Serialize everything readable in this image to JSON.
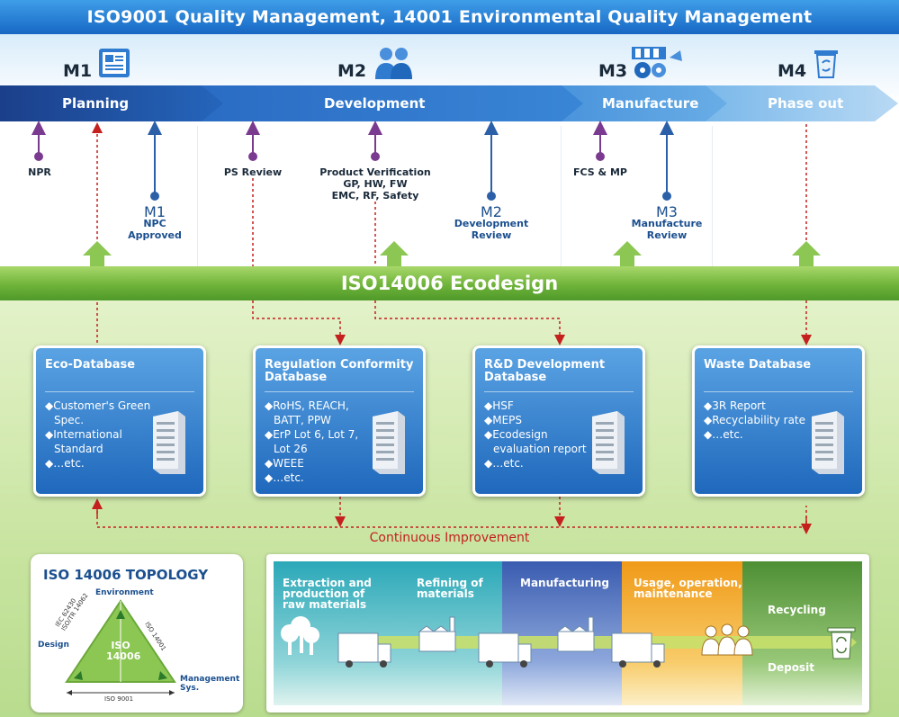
{
  "header": {
    "title": "ISO9001 Quality Management, 14001 Environmental Quality Management"
  },
  "phases": [
    {
      "code": "M1",
      "label": "Planning",
      "icon": "document-icon"
    },
    {
      "code": "M2",
      "label": "Development",
      "icon": "team-icon"
    },
    {
      "code": "M3",
      "label": "Manufacture",
      "icon": "factory-gears-icon"
    },
    {
      "code": "M4",
      "label": "Phase out",
      "icon": "recycle-bin-icon"
    }
  ],
  "inputs": {
    "npr": "NPR",
    "ps_review": "PS Review",
    "product_verification": [
      "Product Verification",
      "GP, HW, FW",
      "EMC, RF, Safety"
    ],
    "fcs_mp": "FCS & MP"
  },
  "milestones": {
    "m1": {
      "code": "M1",
      "lines": [
        "NPC",
        "Approved"
      ]
    },
    "m2": {
      "code": "M2",
      "lines": [
        "Development",
        "Review"
      ]
    },
    "m3": {
      "code": "M3",
      "lines": [
        "Manufacture",
        "Review"
      ]
    }
  },
  "ecodesign": {
    "title": "ISO14006 Ecodesign"
  },
  "databases": [
    {
      "title": [
        "Eco-Database"
      ],
      "items": [
        "◆Customer's Green",
        "  Spec.",
        "◆International",
        "  Standard",
        "◆…etc."
      ]
    },
    {
      "title": [
        "Regulation Conformity",
        "Database"
      ],
      "items": [
        "◆RoHS, REACH,",
        "  BATT, PPW",
        "◆ErP Lot 6, Lot 7,",
        "  Lot 26",
        "◆WEEE",
        "◆…etc."
      ]
    },
    {
      "title": [
        "R&D Development",
        "Database"
      ],
      "items": [
        "◆HSF",
        "◆MEPS",
        "◆Ecodesign",
        "  evaluation report",
        "◆…etc."
      ]
    },
    {
      "title": [
        "Waste Database"
      ],
      "items": [
        "◆3R Report",
        "◆Recyclability rate",
        "◆…etc."
      ]
    }
  ],
  "continuous_improvement": "Continuous Improvement",
  "topology": {
    "title": "ISO 14006 TOPOLOGY",
    "top": "Environment",
    "left": "Design",
    "right": [
      "Management",
      "Sys."
    ],
    "center": [
      "ISO",
      "14006"
    ],
    "edge_left": [
      "IEC 62430",
      "ISO/TR 14062"
    ],
    "edge_right": "ISO 14001",
    "edge_bottom": "ISO 9001"
  },
  "lifecycle": {
    "stages": [
      {
        "lines": [
          "Extraction and",
          "production of",
          "raw materials"
        ],
        "color": "#25a8b8"
      },
      {
        "lines": [
          "Refining of",
          "materials"
        ],
        "color": "#25a8b8"
      },
      {
        "lines": [
          "Manufacturing"
        ],
        "color": "#3a63b5"
      },
      {
        "lines": [
          "Usage, operation,",
          "maintenance"
        ],
        "color": "#f0a020"
      },
      {
        "lines": [
          "Recycling"
        ],
        "color": "#5a9a3c"
      }
    ],
    "deposit": "Deposit"
  },
  "colors": {
    "accent_blue": "#1767c4",
    "ecodesign_green": "#6fb33a",
    "improvement_red": "#c3201e",
    "input_purple": "#7a3a90"
  }
}
